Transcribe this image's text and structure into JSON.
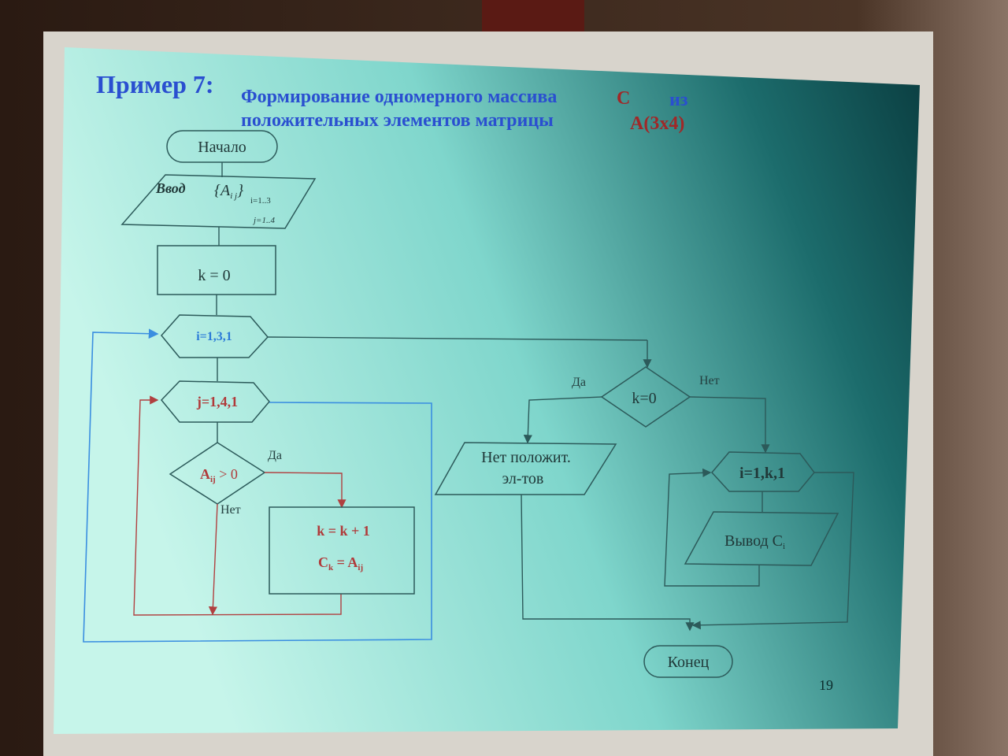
{
  "slide": {
    "title_prefix": "Пример 7:",
    "title_line1": "Формирование одномерного массива",
    "title_c": "C",
    "title_iz": "из",
    "title_line2": "положительных элементов матрицы",
    "title_matrix": "A(3x4)",
    "page_number": "19"
  },
  "flowchart": {
    "start": "Начало",
    "input_label": "Ввод",
    "input_expr": "{A",
    "input_sub": "i j",
    "input_close": "}",
    "input_range_i": "i=1..3",
    "input_range_j": "j=1..4",
    "init": "k = 0",
    "loop_i": "i=1,3,1",
    "loop_j": "j=1,4,1",
    "cond": "A",
    "cond_sub": "ij",
    "cond_rest": " > 0",
    "yes": "Да",
    "no": "Нет",
    "assign1": "k = k + 1",
    "assign2_c": "C",
    "assign2_k": "k",
    "assign2_eq": " = A",
    "assign2_ij": "ij",
    "check": "k=0",
    "no_pos_line1": "Нет положит.",
    "no_pos_line2": "эл-тов",
    "loop_out": "i=1,k,1",
    "output": "Вывод C",
    "output_sub": "i",
    "end": "Конец"
  },
  "colors": {
    "slide_light": "#bff3e6",
    "slide_dark": "#0d4a4c",
    "title_blue": "#2a4fd0",
    "accent_red": "#b03030"
  }
}
